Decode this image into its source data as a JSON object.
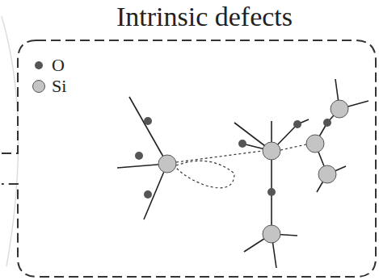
{
  "diagram": {
    "title": "Intrinsic defects",
    "legend": [
      {
        "text": "O",
        "color": "#555555"
      },
      {
        "text": "Si",
        "color": "#c4c4c4"
      }
    ]
  }
}
